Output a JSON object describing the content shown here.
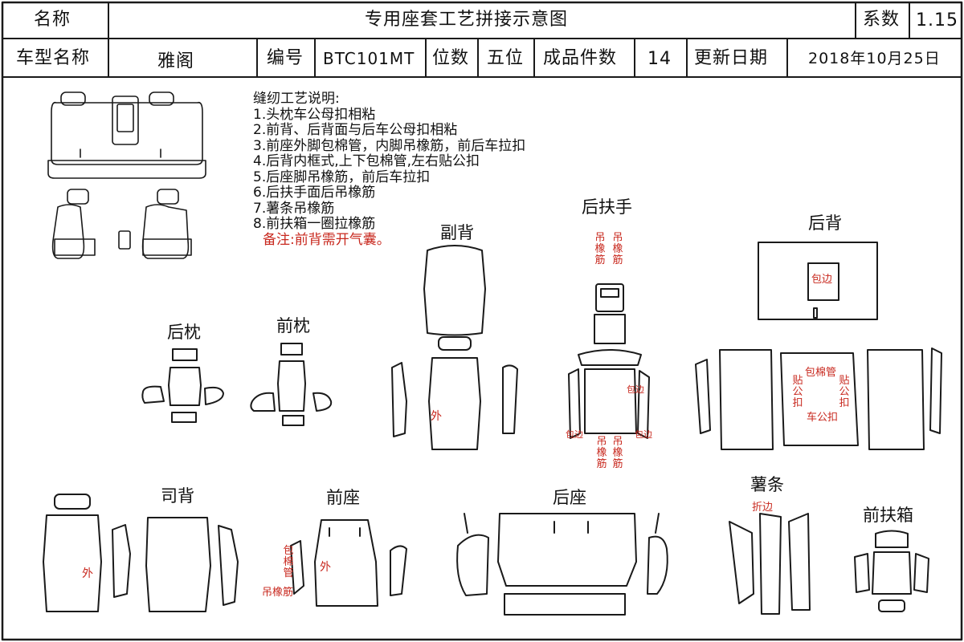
{
  "colors": {
    "line": "#1a1a1a",
    "accent_red": "#c8281e",
    "background": "#ffffff"
  },
  "header": {
    "name_label": "名称",
    "sheet_title": "专用座套工艺拼接示意图",
    "coef_label": "系数",
    "coef_value": "1.15",
    "model_label": "车型名称",
    "model_value": "雅阁",
    "code_label": "编号",
    "code_value": "BTC101MT",
    "seats_label": "位数",
    "seats_value": "五位",
    "pieces_label": "成品件数",
    "pieces_value": "14",
    "date_label": "更新日期",
    "date_value": "2018年10月25日"
  },
  "instructions": {
    "title": "缝纫工艺说明:",
    "items": [
      "1.头枕车公母扣相粘",
      "2.前背、后背面与后车公母扣相粘",
      "3.前座外脚包棉管，内脚吊橡筋，前后车拉扣",
      "4.后背内框式,上下包棉管,左右贴公扣",
      "5.后座脚吊橡筋，前后车拉扣",
      "6.后扶手面后吊橡筋",
      "7.薯条吊橡筋",
      "8.前扶箱一圈拉橡筋"
    ],
    "remark": "备注:前背需开气囊。"
  },
  "parts": {
    "rear_headrest": "后枕",
    "front_headrest": "前枕",
    "passenger_back": "副背",
    "rear_armrest": "后扶手",
    "rear_back": "后背",
    "driver_back": "司背",
    "front_seat": "前座",
    "rear_seat": "后座",
    "fries_strip": "薯条",
    "front_console": "前扶箱"
  },
  "annotations": {
    "outer": "外",
    "hang_elastic": "吊橡筋",
    "edge_bind": "包边",
    "edge_bind_cotton": "包棉管",
    "stick_male": "贴公扣",
    "sew_male": "车公扣",
    "cotton_tube": "包棉管",
    "fold_edge": "折边"
  }
}
